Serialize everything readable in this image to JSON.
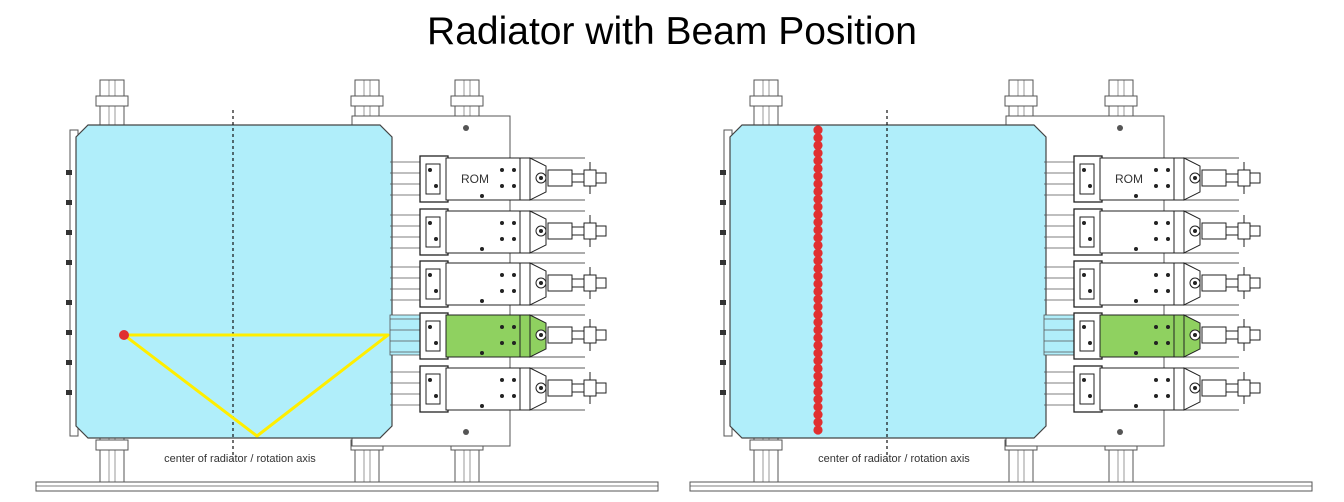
{
  "title": "Radiator with Beam Position",
  "panels": [
    {
      "axis_label": "center of radiator / rotation axis",
      "module_label": "ROM",
      "highlighted_module": 4,
      "beam_points": 1,
      "reflection_path": true
    },
    {
      "axis_label": "center of radiator / rotation axis",
      "module_label": "ROM",
      "highlighted_module": 4,
      "beam_points": 40,
      "reflection_path": false
    }
  ],
  "colors": {
    "radiator": "#b0eefa",
    "highlight_module": "#8fd160",
    "beam_point": "#e03030",
    "light_path": "#ffee00",
    "structure": "#555555"
  }
}
